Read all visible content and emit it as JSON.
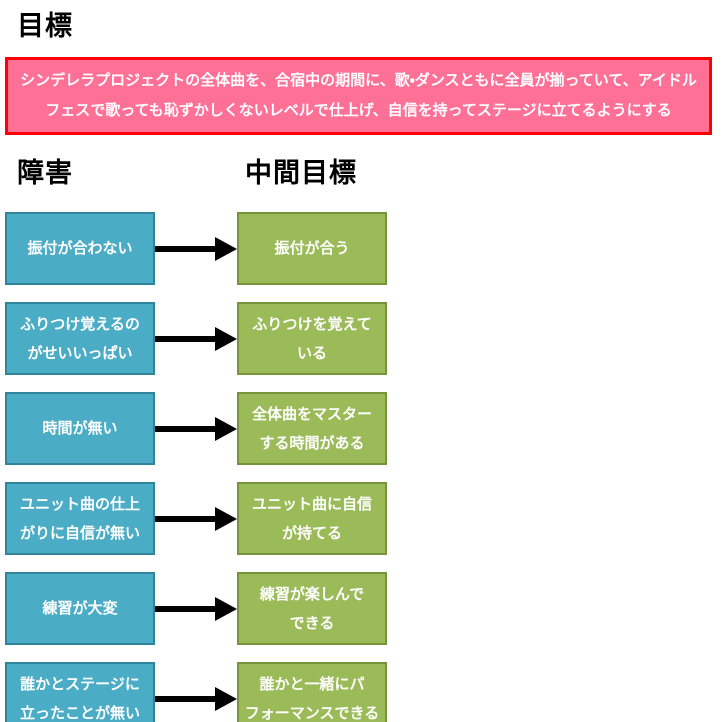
{
  "page": {
    "title": "目標"
  },
  "main_goal": {
    "text": "シンデレラプロジェクトの全体曲を、合宿中の期間に、歌・ダンスともに全員が揃っていて、アイドル\nフェスで歌っても恥ずかしくないレベルで仕上げ、自信を持ってステージに立てるようにする"
  },
  "columns": {
    "obstacle_header": "障害",
    "intermediate_goal_header": "中間目標"
  },
  "rows": [
    {
      "obstacle": "振付が合わない",
      "goal": "振付が合う"
    },
    {
      "obstacle": "ふりつけ覚えるの\nがせいいっぱい",
      "goal": "ふりつけを覚えて\nいる"
    },
    {
      "obstacle": "時間が無い",
      "goal": "全体曲をマスター\nする時間がある"
    },
    {
      "obstacle": "ユニット曲の仕上\nがりに自信が無い",
      "goal": "ユニット曲に自信\nが持てる"
    },
    {
      "obstacle": "練習が大変",
      "goal": "練習が楽しんで\nできる"
    },
    {
      "obstacle": "誰かとステージに\n立ったことが無い",
      "goal": "誰かと一緒にパ\nフォーマンスできる"
    }
  ],
  "colors": {
    "goal_box_fill": "#FF7096",
    "goal_box_border": "#FE0000",
    "obstacle_fill": "#4BACC6",
    "obstacle_border": "#31859B",
    "intermediate_fill": "#9BBB59",
    "intermediate_border": "#77933C",
    "arrow": "#000000",
    "box_text": "#FFFFFF"
  }
}
